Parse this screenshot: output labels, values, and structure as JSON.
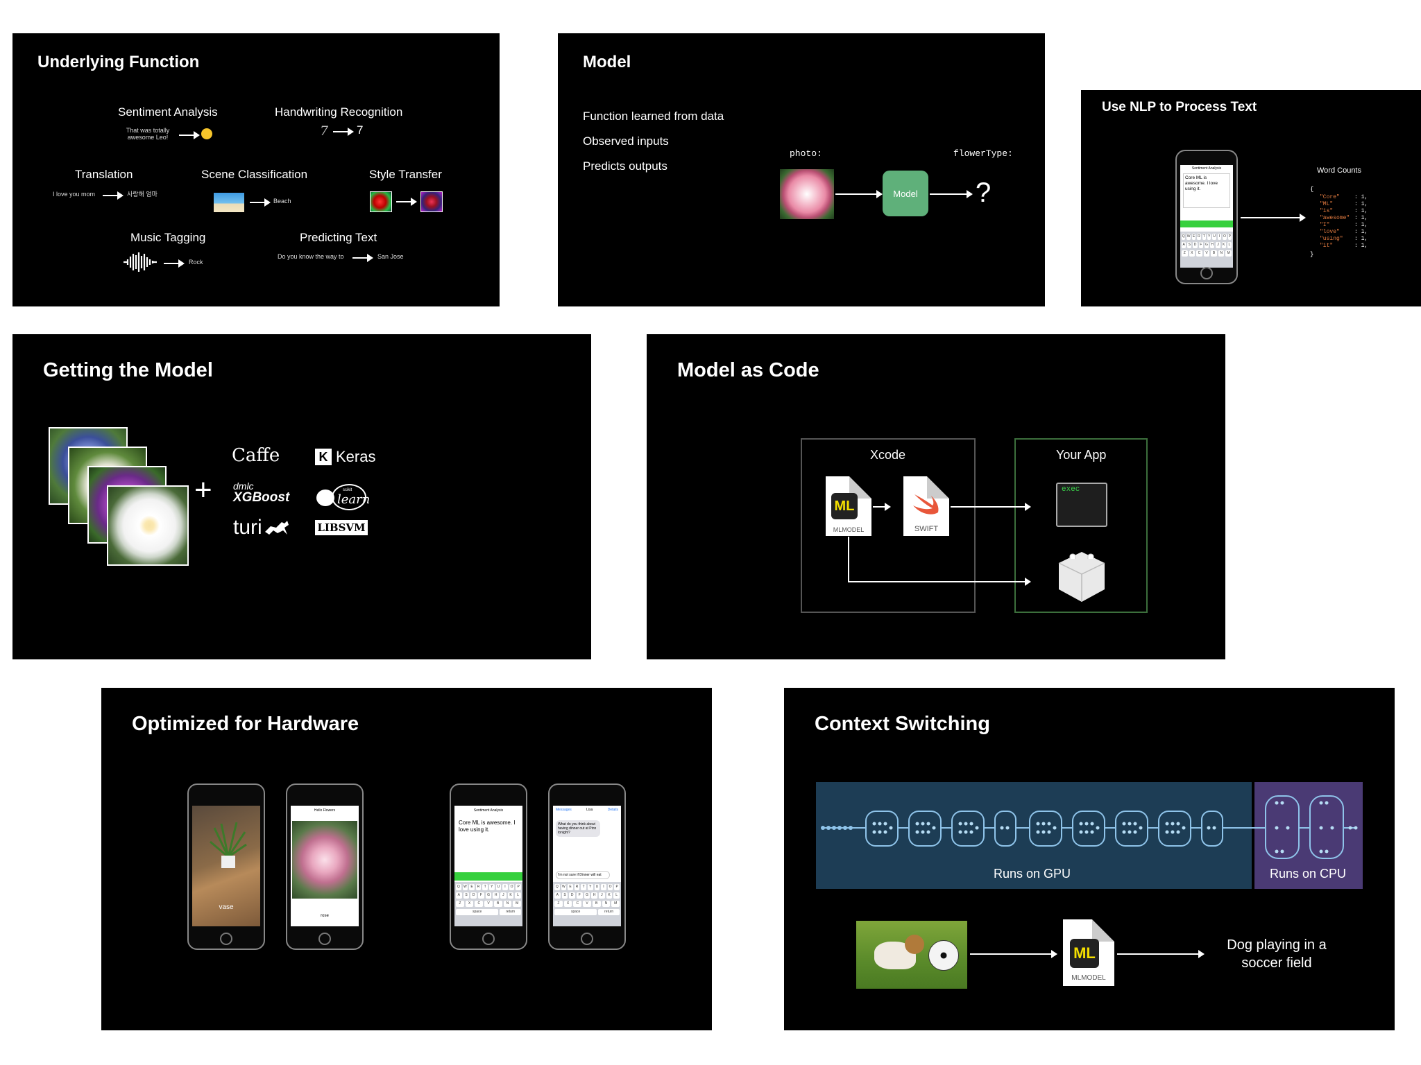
{
  "slides": {
    "underlying": {
      "title": "Underlying Function",
      "sentiment": "Sentiment Analysis",
      "sentiment_input": "That was totally awesome Leo!",
      "handwriting": "Handwriting Recognition",
      "handwriting_in": "7",
      "handwriting_out": "7",
      "translation": "Translation",
      "translation_in": "I love you mom",
      "translation_out": "사랑해 엄마",
      "scene": "Scene Classification",
      "scene_out": "Beach",
      "style": "Style Transfer",
      "music": "Music Tagging",
      "music_out": "Rock",
      "predicting": "Predicting Text",
      "predicting_in": "Do you know the way to",
      "predicting_out": "San Jose"
    },
    "model": {
      "title": "Model",
      "bullets": [
        "Function learned from data",
        "Observed inputs",
        "Predicts outputs"
      ],
      "photo_label": "photo:",
      "flower_label": "flowerType:",
      "model_box": "Model",
      "question": "?"
    },
    "nlp": {
      "title": "Use NLP to Process Text",
      "phone_header": "Sentiment Analysis",
      "phone_text": "Core ML is awesome. I love using it.",
      "word_counts_title": "Word Counts",
      "brace_open": "{",
      "brace_close": "}",
      "words": [
        "\"Core\"",
        "\"ML\"",
        "\"is\"",
        "\"awesome\"",
        "\"I\"",
        "\"love\"",
        "\"using\"",
        "\"it\""
      ],
      "counts": [
        ": 1,",
        ": 1,",
        ": 1,",
        ": 1,",
        ": 1,",
        ": 1,",
        ": 1,",
        ": 1,"
      ]
    },
    "getting": {
      "title": "Getting the Model",
      "plus": "+",
      "caffe": "Caffe",
      "keras_k": "K",
      "keras": "Keras",
      "dmlc": "dmlc",
      "xgboost": "XGBoost",
      "scikit": "scikit",
      "learn": "learn",
      "turi": "turi",
      "libsvm": "LIBSVM"
    },
    "model_code": {
      "title": "Model as Code",
      "xcode": "Xcode",
      "your_app": "Your App",
      "ml": "ML",
      "mlmodel": "MLMODEL",
      "swift": "SWIFT",
      "exec": "exec"
    },
    "hardware": {
      "title": "Optimized for Hardware",
      "vase": "vase",
      "rose": "rose",
      "hello_flowers": "Hello Flowers",
      "sentiment": "Sentiment Analysis",
      "phone_text": "Core ML is awesome. I love using it.",
      "messages": "Messages",
      "lisa": "Lisa",
      "details": "Details",
      "msg_in": "What do you think about having dinner out at Pinn tonight?",
      "msg_out": "I'm not sure if Dinner will eat",
      "space": "space",
      "return": "return"
    },
    "context": {
      "title": "Context Switching",
      "gpu": "Runs on GPU",
      "cpu": "Runs on CPU",
      "ml": "ML",
      "mlmodel": "MLMODEL",
      "output": "Dog playing in a soccer field"
    }
  },
  "keyboard_rows": [
    [
      "Q",
      "W",
      "E",
      "R",
      "T",
      "Y",
      "U",
      "I",
      "O",
      "P"
    ],
    [
      "A",
      "S",
      "D",
      "F",
      "G",
      "H",
      "J",
      "K",
      "L"
    ],
    [
      "Z",
      "X",
      "C",
      "V",
      "B",
      "N",
      "M"
    ]
  ],
  "colors": {
    "model_green": "#5fb07a",
    "gpu_bg": "#1d3d55",
    "cpu_bg": "#4a3a74",
    "sequence": "#8fc4ea",
    "ml_yellow": "#f5e000",
    "code_orange": "#e77d41"
  }
}
